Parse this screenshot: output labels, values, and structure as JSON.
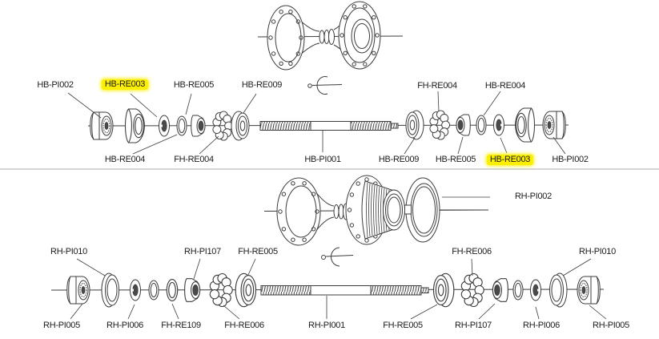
{
  "theme": {
    "bg": "#ffffff",
    "ink": "#3c3c3c",
    "text": "#1c1c1c",
    "highlight": "#fcf000",
    "divider": "#a9a9a9"
  },
  "front_hub": {
    "labels_above": [
      {
        "text": "HB-PI002",
        "highlight": false
      },
      {
        "text": "HB-RE003",
        "highlight": true
      },
      {
        "text": "HB-RE005",
        "highlight": false
      },
      {
        "text": "HB-RE009",
        "highlight": false
      },
      {
        "text": "FH-RE004",
        "highlight": false
      },
      {
        "text": "HB-RE004",
        "highlight": false
      }
    ],
    "labels_below": [
      {
        "text": "HB-RE004",
        "highlight": false
      },
      {
        "text": "FH-RE004",
        "highlight": false
      },
      {
        "text": "HB-PI001",
        "highlight": false
      },
      {
        "text": "HB-RE009",
        "highlight": false
      },
      {
        "text": "HB-RE005",
        "highlight": false
      },
      {
        "text": "HB-RE003",
        "highlight": true
      },
      {
        "text": "HB-PI002",
        "highlight": false
      }
    ]
  },
  "rear_hub": {
    "lockring_label": "RH-PI002",
    "labels_above": [
      {
        "text": "RH-PI010",
        "highlight": false
      },
      {
        "text": "RH-PI107",
        "highlight": false
      },
      {
        "text": "FH-RE005",
        "highlight": false
      },
      {
        "text": "FH-RE006",
        "highlight": false
      },
      {
        "text": "RH-PI010",
        "highlight": false
      }
    ],
    "labels_below": [
      {
        "text": "RH-PI005",
        "highlight": false
      },
      {
        "text": "RH-PI006",
        "highlight": false
      },
      {
        "text": "FH-RE109",
        "highlight": false
      },
      {
        "text": "FH-RE006",
        "highlight": false
      },
      {
        "text": "RH-PI001",
        "highlight": false
      },
      {
        "text": "FH-RE005",
        "highlight": false
      },
      {
        "text": "RH-PI107",
        "highlight": false
      },
      {
        "text": "RH-PI006",
        "highlight": false
      },
      {
        "text": "RH-PI005",
        "highlight": false
      }
    ]
  }
}
